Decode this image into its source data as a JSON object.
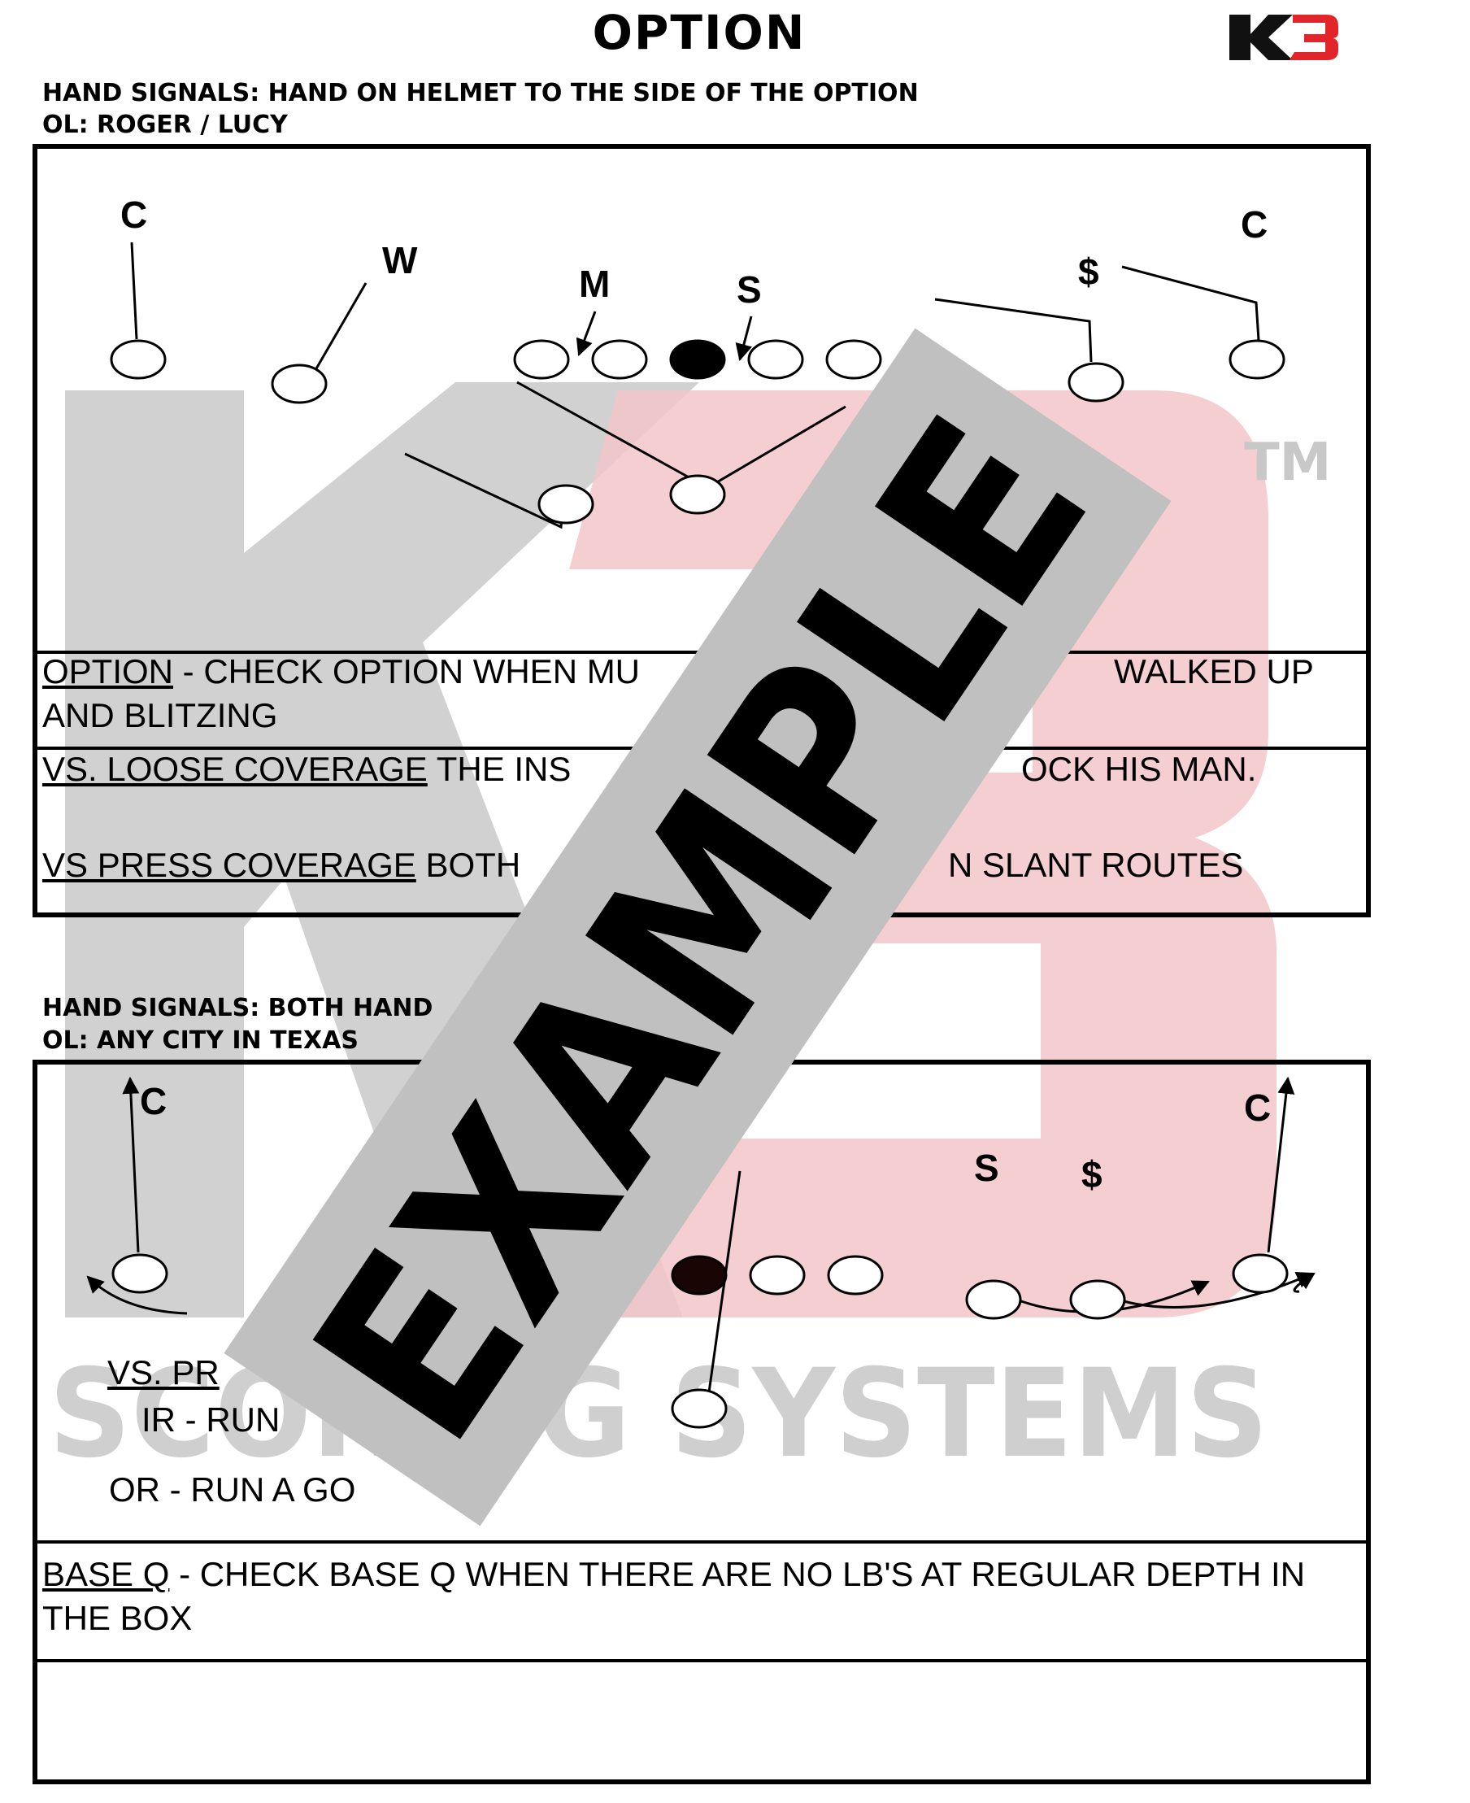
{
  "title": "OPTION",
  "logo": {
    "text": "K3",
    "colors": [
      "#111111",
      "#e2252b"
    ]
  },
  "watermark": {
    "letters": "K3",
    "tm": "TM",
    "company": "SCORING SYSTEMS",
    "colors": {
      "gray": "#cccccc",
      "red": "#f2c6c8"
    }
  },
  "stamp": {
    "text": "EXAMPLE",
    "color": "#c0c0c0"
  },
  "play1": {
    "hand_signals": "HAND SIGNALS:  HAND ON HELMET TO THE SIDE OF THE OPTION",
    "ol": "OL:  ROGER / LUCY",
    "labels": {
      "c_left": "C",
      "w": "W",
      "m": "M",
      "s": "S",
      "dollar": "$",
      "c_right": "C"
    },
    "note1_ul": "OPTION",
    "note1_a": " - CHECK OPTION WHEN MU",
    "note1_b": "WALKED UP",
    "note1_line2": "AND BLITZING",
    "note2_ul": "VS. LOOSE COVERAGE",
    "note2_a": " THE INS",
    "note2_b": "OCK HIS MAN.",
    "note3_ul": "VS PRESS COVERAGE",
    "note3_a": " BOTH",
    "note3_b": "N SLANT ROUTES"
  },
  "play2": {
    "hand_signals": "HAND SIGNALS:  BOTH HAND",
    "ol": "OL:  ANY CITY IN TEXAS",
    "labels": {
      "c_left": "C",
      "s": "S",
      "dollar": "$",
      "c_right": "C"
    },
    "press_heading": "VS. PR",
    "ir_line": "IR - RUN",
    "or_line": "OR - RUN A GO",
    "base_ul": "BASE Q",
    "base_rest": " - CHECK BASE Q WHEN THERE ARE NO LB'S AT REGULAR DEPTH IN",
    "base_line2": "THE BOX"
  }
}
